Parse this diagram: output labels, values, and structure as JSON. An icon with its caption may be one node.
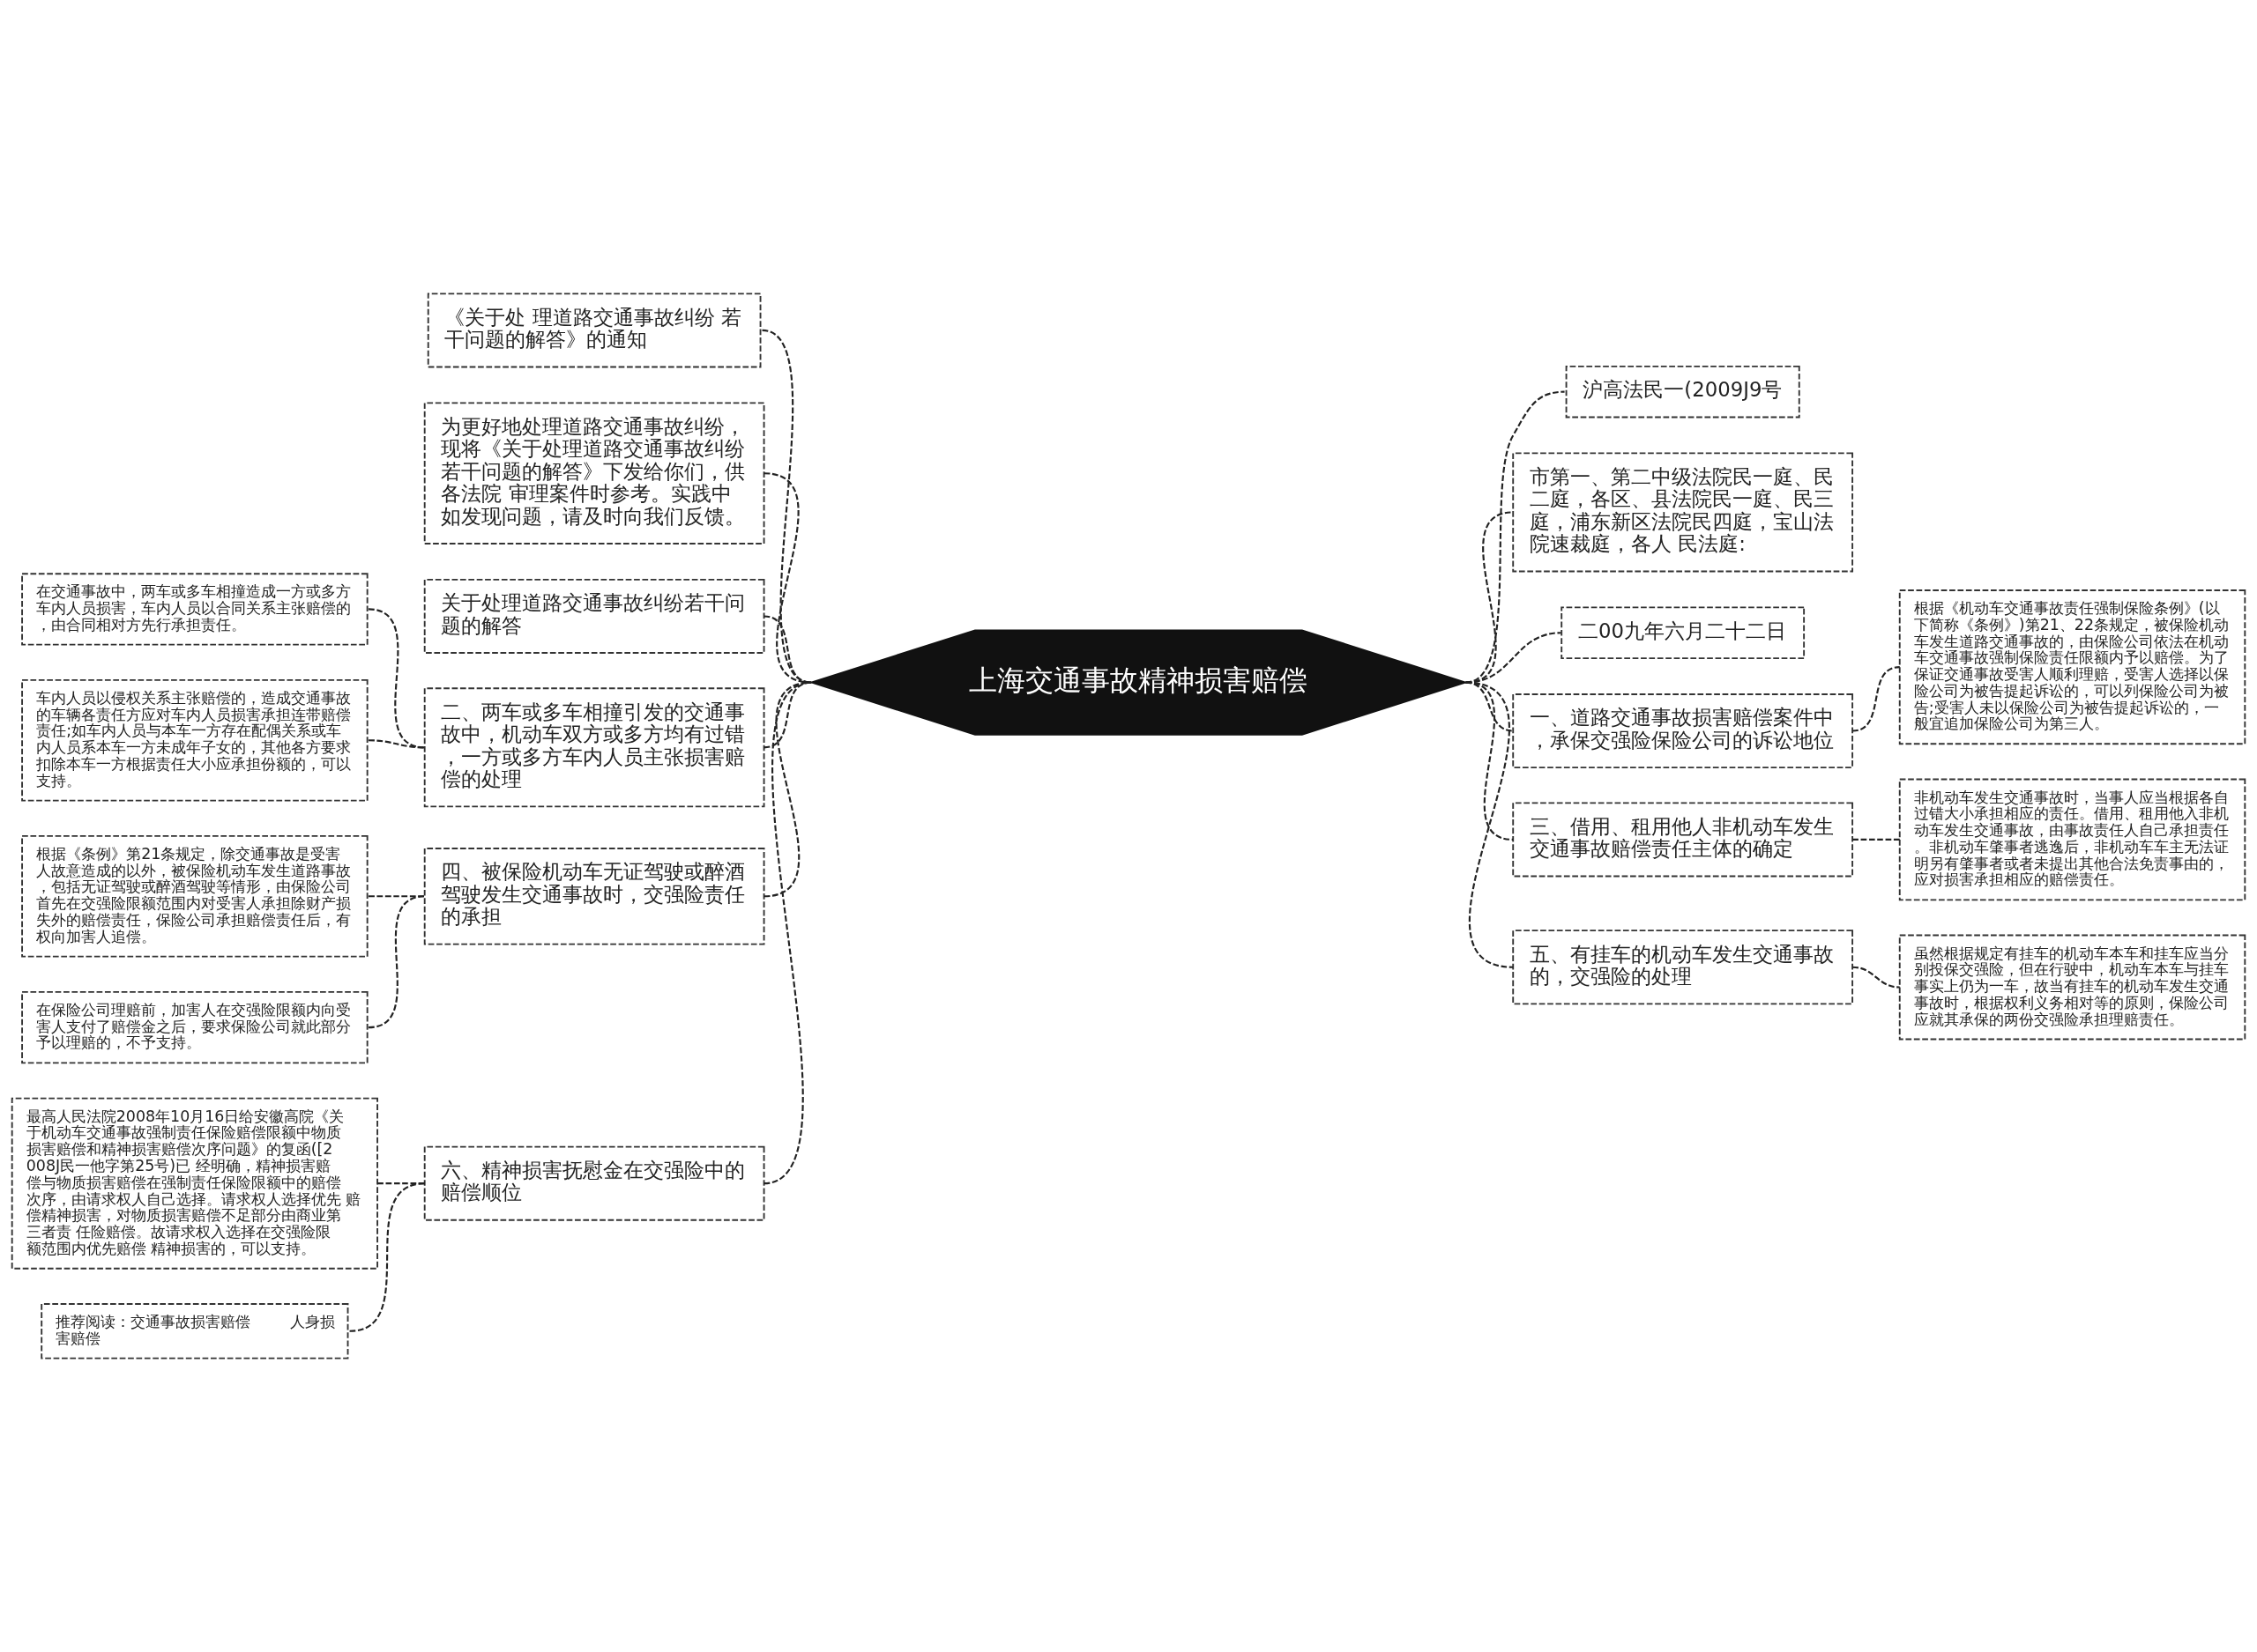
{
  "diagram": {
    "nodes": [
      {
        "text": [
          "上海交通事故精神损害赔偿"
        ]
      },
      {
        "text": [
          "《关于处 理道路交通事故纠纷 若干问题的解答》的通知"
        ]
      },
      {
        "text": [
          "为更好地处理道路交通事故纠纷，现将《关于处理道路交通事故纠纷若干问题的解答》下发给你们，供各法院 审理案件时参考。实践中如发现问题，请及时向我们反馈。"
        ]
      },
      {
        "text": [
          "关于处理道路交通事故纠纷若干问题的解答"
        ]
      },
      {
        "text": [
          "二、两车或多车相撞引发的交通事故中，机动车双方或多方均有过错，一方或多方车内人员主张损害赔偿的处理"
        ]
      },
      {
        "text": [
          "在交通事故中，两车或多车相撞造成一方或多方车内人员损害，车内人员以合同关系主张赔偿的，由合同相对方先行承担责任。"
        ]
      },
      {
        "text": [
          "车内人员以侵权关系主张赔偿的，造成交通事故的车辆各责任方应对车内人员损害承担连带赔偿责任;如车内人员与本车一方存在配偶关系或车内人员系本车一方未成年子女的，其他各方要求扣除本车一方根据责任大小应承担份额的，可以支持。"
        ]
      },
      {
        "text": [
          "四、被保险机动车无证驾驶或醉酒驾驶发生交通事故时，交强险责任的承担"
        ]
      },
      {
        "text": [
          "根据《条例》第21条规定，除交通事故是受害人故意造成的以外，被保险机动车发生道路事故，包括无证驾驶或醉酒驾驶等情形，由保险公司首先在交强险限额范围内对受害人承担除财产损失外的赔偿责任，保险公司承担赔偿责任后，有权向加害人追偿。"
        ]
      },
      {
        "text": [
          "在保险公司理赔前，加害人在交强险限额内向受害人支付了赔偿金之后，要求保险公司就此部分予以理赔的，不予支持。"
        ]
      },
      {
        "text": [
          "六、精神损害抚慰金在交强险中的赔偿顺位"
        ]
      },
      {
        "text": [
          "最高人民法院2008年10月16日给安徽高院《关于机动车交通事故强制责任保险赔偿限额中物质损害赔偿和精神损害赔偿次序问题》的复函([2008J民一他字第25号)已 经明确，精神损害赔偿与物质损害赔偿在强制责任保险限额中的赔偿次序，由请求权人自己选择。请求权人选择优先 赔偿精神损害，对物质损害赔偿不足部分由商业第三者责 任险赔偿。故请求权入选择在交强险限额范围内优先赔偿 精神损害的，可以支持。"
        ]
      },
      {
        "text": [
          "推荐阅读：交通事故损害赔偿        人身损害赔偿"
        ]
      },
      {
        "text": [
          "沪高法民一(2009J9号"
        ]
      },
      {
        "text": [
          "市第一、第二中级法院民一庭、民二庭，各区、县法院民一庭、民三庭，浦东新区法院民四庭，宝山法院速裁庭，各人 民法庭:"
        ]
      },
      {
        "text": [
          "二00九年六月二十二日"
        ]
      },
      {
        "text": [
          "一、道路交通事故损害赔偿案件中，承保交强险保险公司的诉讼地位"
        ]
      },
      {
        "text": [
          "根据《机动车交通事故责任强制保险条例》(以下简称《条例》)第21、22条规定，被保险机动车发生道路交通事故的，由保险公司依法在机动车交通事故强制保险责任限额内予以赔偿。为了保证交通事故受害人顺利理赔，受害人选择以保险公司为被告提起诉讼的，可以列保险公司为被告;受害人未以保险公司为被告提起诉讼的，一般宜追加保险公司为第三人。"
        ]
      },
      {
        "text": [
          "三、借用、租用他人非机动车发生交通事故赔偿责任主体的确定"
        ]
      },
      {
        "text": [
          "非机动车发生交通事故时，当事人应当根据各自过错大小承担相应的责任。借用、租用他入非机动车发生交通事故，由事故责任人自己承担责任。非机动车肇事者逃逸后，非机动车车主无法证明另有肇事者或者未提出其他合法免责事由的，应对损害承担相应的赔偿责任。"
        ]
      },
      {
        "text": [
          "五、有挂车的机动车发生交通事故的，交强险的处理"
        ]
      },
      {
        "text": [
          "虽然根据规定有挂车的机动车本车和挂车应当分别投保交强险，但在行驶中，机动车本车与挂车事实上仍为一车，故当有挂车的机动车发生交通事故时，根据权利义务相对等的原则，保险公司应就其承保的两份交强险承担理赔责任。"
        ]
      }
    ],
    "edges": [
      {
        "from": 0,
        "to": 1,
        "arrow": "none",
        "style": "dashed"
      },
      {
        "from": 0,
        "to": 2,
        "arrow": "none",
        "style": "dashed"
      },
      {
        "from": 0,
        "to": 3,
        "arrow": "none",
        "style": "dashed"
      },
      {
        "from": 0,
        "to": 4,
        "arrow": "none",
        "style": "dashed"
      },
      {
        "from": 4,
        "to": 5,
        "arrow": "none",
        "style": "dashed"
      },
      {
        "from": 4,
        "to": 6,
        "arrow": "none",
        "style": "dashed"
      },
      {
        "from": 0,
        "to": 7,
        "arrow": "none",
        "style": "dashed"
      },
      {
        "from": 7,
        "to": 8,
        "arrow": "none",
        "style": "dashed"
      },
      {
        "from": 7,
        "to": 9,
        "arrow": "none",
        "style": "dashed"
      },
      {
        "from": 0,
        "to": 10,
        "arrow": "none",
        "style": "dashed"
      },
      {
        "from": 10,
        "to": 11,
        "arrow": "none",
        "style": "dashed"
      },
      {
        "from": 10,
        "to": 12,
        "arrow": "none",
        "style": "dashed"
      },
      {
        "from": 0,
        "to": 13,
        "arrow": "none",
        "style": "dashed"
      },
      {
        "from": 0,
        "to": 14,
        "arrow": "none",
        "style": "dashed"
      },
      {
        "from": 0,
        "to": 15,
        "arrow": "none",
        "style": "dashed"
      },
      {
        "from": 0,
        "to": 16,
        "arrow": "none",
        "style": "dashed"
      },
      {
        "from": 16,
        "to": 17,
        "arrow": "none",
        "style": "dashed"
      },
      {
        "from": 0,
        "to": 18,
        "arrow": "none",
        "style": "dashed"
      },
      {
        "from": 18,
        "to": 19,
        "arrow": "none",
        "style": "dashed"
      },
      {
        "from": 0,
        "to": 20,
        "arrow": "none",
        "style": "dashed"
      },
      {
        "from": 20,
        "to": 21,
        "arrow": "none",
        "style": "dashed"
      }
    ]
  }
}
